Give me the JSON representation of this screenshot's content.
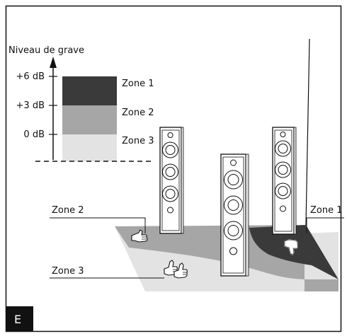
{
  "axis": {
    "label": "Niveau de grave",
    "ticks": [
      "+6 dB",
      "+3 dB",
      "0 dB"
    ]
  },
  "legend": {
    "items": [
      {
        "label": "Zone 1",
        "color": "#3a3a3a"
      },
      {
        "label": "Zone 2",
        "color": "#a6a6a6"
      },
      {
        "label": "Zone 3",
        "color": "#e3e3e3"
      }
    ]
  },
  "room_labels": {
    "zone2": "Zone 2",
    "zone3": "Zone 3",
    "zone1": "Zone 1"
  },
  "figure_letter": "E",
  "icons": {
    "speaker": "floor-standing-speaker",
    "thumb_neutral": "thumb-sideways-hand",
    "thumbs_up": "two-thumbs-up-hands",
    "thumb_down": "thumb-down-hand"
  }
}
